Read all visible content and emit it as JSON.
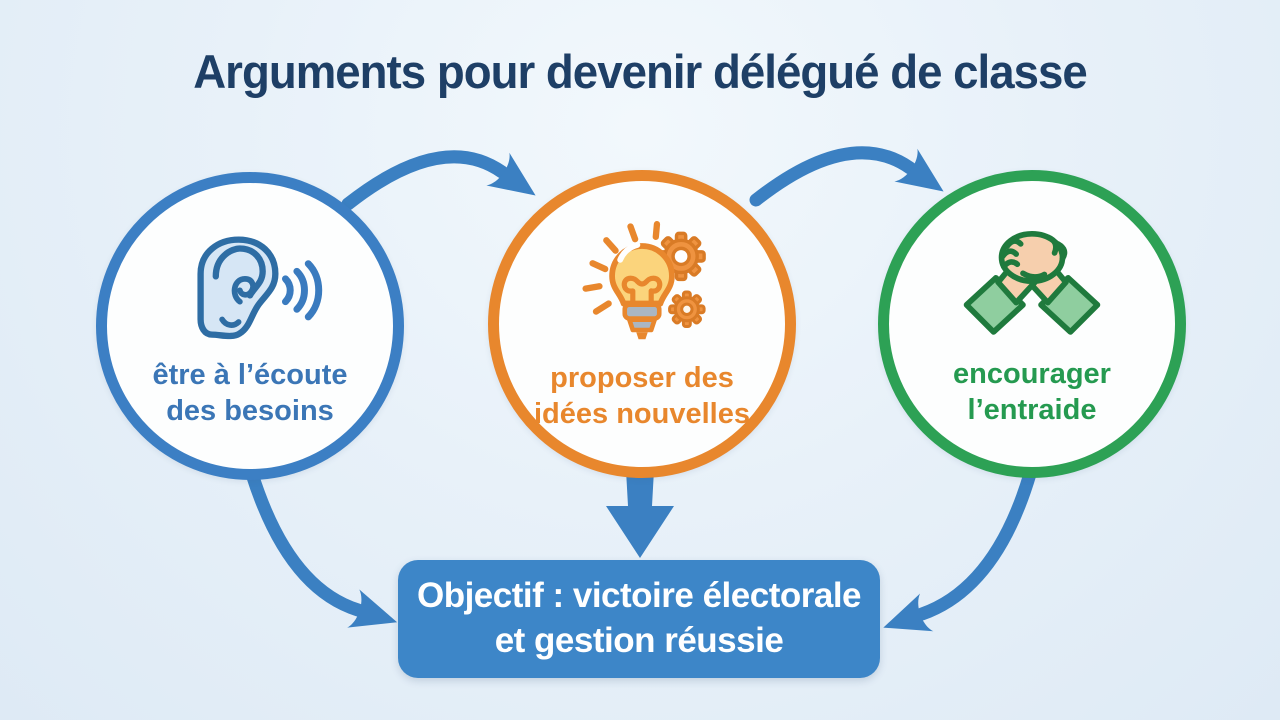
{
  "title": "Arguments pour devenir délégué de classe",
  "colors": {
    "background": "#e8f1f9",
    "title_text": "#1e3f66",
    "arrow_blue": "#3b80c2",
    "objective_bg": "#3d86c8",
    "objective_text": "#ffffff",
    "node_listen": "#3c7fc4",
    "node_ideas": "#e8872d",
    "node_helping": "#2da155"
  },
  "nodes": [
    {
      "id": "listen",
      "icon": "ear-icon",
      "label_line1": "être à l’écoute",
      "label_line2": "des besoins",
      "color": "#3c7fc4"
    },
    {
      "id": "ideas",
      "icon": "lightbulb-gears-icon",
      "label_line1": "proposer des",
      "label_line2": "idées nouvelles",
      "color": "#e8872d"
    },
    {
      "id": "helping",
      "icon": "clasped-hands-icon",
      "label_line1": "encourager",
      "label_line2": "l’entraide",
      "color": "#2da155"
    }
  ],
  "objective": {
    "line1": "Objectif : victoire électorale",
    "line2": "et gestion réussie"
  }
}
